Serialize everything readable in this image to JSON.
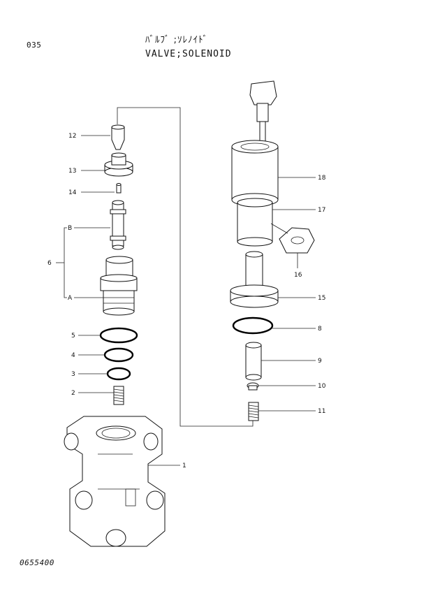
{
  "header": {
    "page_number": "035",
    "title_jp": "ﾊﾞﾙﾌﾞ ;ｿﾚﾉｲﾄﾞ",
    "title_en": "VALVE;SOLENOID"
  },
  "footer": {
    "doc_code": "0655400"
  },
  "callouts": {
    "c1": "1",
    "c2": "2",
    "c3": "3",
    "c4": "4",
    "c5": "5",
    "c6": "6",
    "c8": "8",
    "c9": "9",
    "c10": "10",
    "c11": "11",
    "c12": "12",
    "c13": "13",
    "c14": "14",
    "c15": "15",
    "c16": "16",
    "c17": "17",
    "c18": "18",
    "cA": "A",
    "cB": "B"
  }
}
